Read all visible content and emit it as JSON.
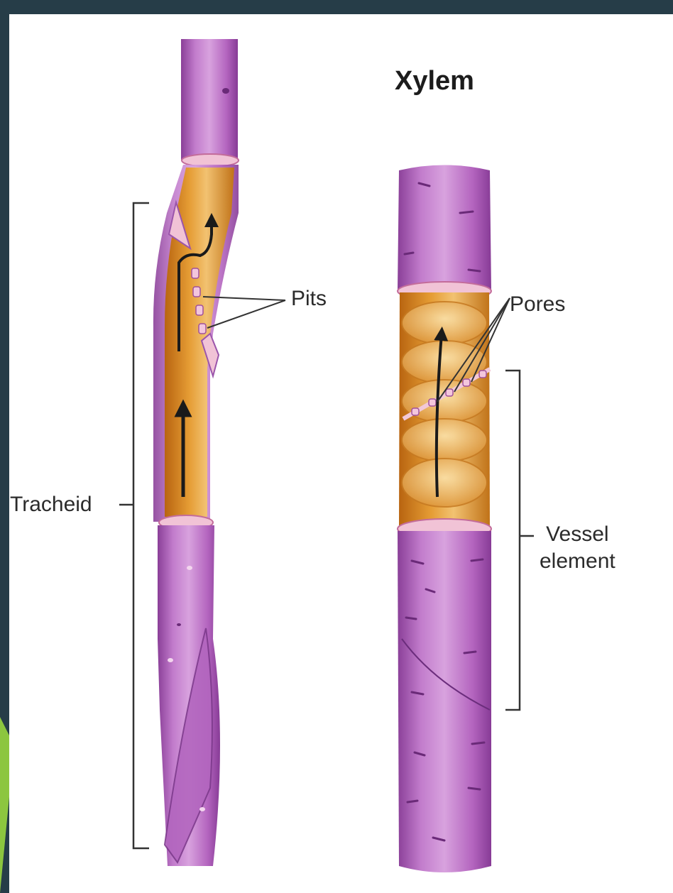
{
  "title": "Xylem",
  "labels": {
    "tracheid": "Tracheid",
    "pits": "Pits",
    "pores": "Pores",
    "vessel_line1": "Vessel",
    "vessel_line2": "element"
  },
  "colors": {
    "frame": "#263d48",
    "accent": "#8cc63f",
    "cell_wall": "#b46bc0",
    "cell_interior": "#d98a1f",
    "arrow": "#1a1a1a"
  }
}
